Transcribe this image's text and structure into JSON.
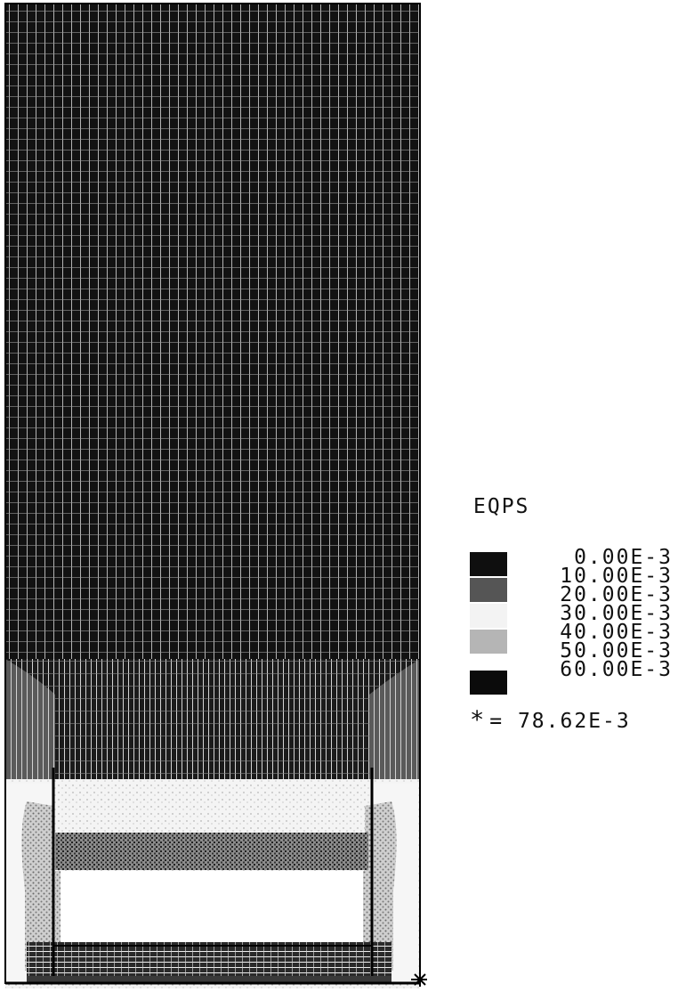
{
  "legend": {
    "title": "EQPS",
    "levels": [
      "0.00E-3",
      "10.00E-3",
      "20.00E-3",
      "30.00E-3",
      "40.00E-3",
      "50.00E-3",
      "60.00E-3"
    ],
    "max_label": "= 78.62E-3",
    "max_marker": "*"
  },
  "colors": {
    "band_0_10": "#111111",
    "band_10_20": "#4a4a4a",
    "band_20_30": "#f2f2f2",
    "band_30_40": "#b9b9b9",
    "band_40_60": "#0a0a0a",
    "mesh_line": "#ffffff",
    "outline": "#000000"
  }
}
